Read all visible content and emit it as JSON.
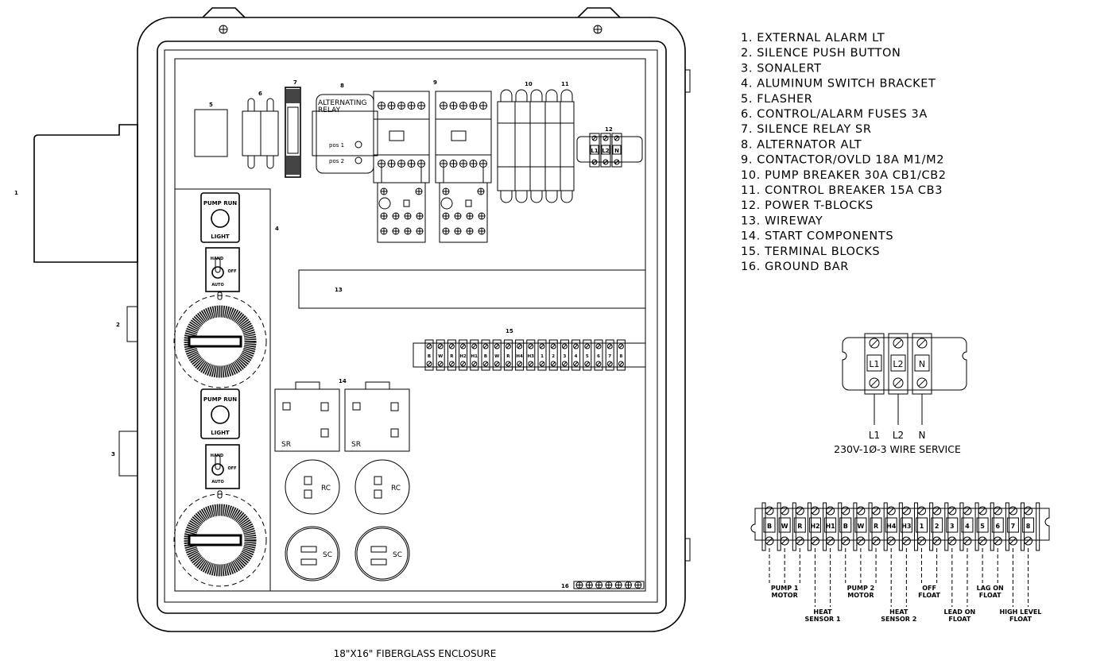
{
  "legend": [
    "1. EXTERNAL ALARM LT",
    "2. SILENCE PUSH BUTTON",
    "3. SONALERT",
    "4. ALUMINUM SWITCH BRACKET",
    "5. FLASHER",
    "6. CONTROL/ALARM FUSES 3A",
    "7. SILENCE RELAY SR",
    "8. ALTERNATOR ALT",
    "9. CONTACTOR/OVLD 18A M1/M2",
    "10. PUMP BREAKER 30A CB1/CB2",
    "11. CONTROL BREAKER 15A CB3",
    "12. POWER T-BLOCKS",
    "13. WIREWAY",
    "14. START COMPONENTS",
    "15. TERMINAL BLOCKS",
    "16. GROUND BAR"
  ],
  "callouts": {
    "n1": "1",
    "n2": "2",
    "n3": "3",
    "n4": "4",
    "n5": "5",
    "n6": "6",
    "n7": "7",
    "n8": "8",
    "n9": "9",
    "n10": "10",
    "n11": "11",
    "n12": "12",
    "n13": "13",
    "n14": "14",
    "n15": "15",
    "n16": "16"
  },
  "enclosure_caption": "18\"X16\" FIBERGLASS ENCLOSURE",
  "alternating_relay": {
    "line1": "ALTERNATING",
    "line2": "RELAY",
    "pos1": "pos 1",
    "pos2": "pos 2"
  },
  "pilot_light": {
    "top": "PUMP RUN",
    "bottom": "LIGHT"
  },
  "hoa_switch": {
    "hand": "HAND",
    "off": "OFF",
    "auto": "AUTO"
  },
  "start_components": {
    "relay": "SR",
    "run_cap": "RC",
    "start_cap": "SC"
  },
  "power_block": {
    "terminals": [
      "L1",
      "L2",
      "N"
    ],
    "caption": "230V-1Ø-3 WIRE SERVICE"
  },
  "terminal_strip": {
    "terminals": [
      "B",
      "W",
      "R",
      "H2",
      "H1",
      "B",
      "W",
      "R",
      "H4",
      "H3",
      "1",
      "2",
      "3",
      "4",
      "5",
      "6",
      "7",
      "8"
    ],
    "groups": [
      {
        "line1": "PUMP 1",
        "line2": "MOTOR"
      },
      {
        "line1": "HEAT",
        "line2": "SENSOR 1"
      },
      {
        "line1": "PUMP 2",
        "line2": "MOTOR"
      },
      {
        "line1": "HEAT",
        "line2": "SENSOR 2"
      },
      {
        "line1": "OFF",
        "line2": "FLOAT"
      },
      {
        "line1": "LEAD ON",
        "line2": "FLOAT"
      },
      {
        "line1": "LAG ON",
        "line2": "FLOAT"
      },
      {
        "line1": "HIGH LEVEL",
        "line2": "FLOAT"
      }
    ]
  }
}
